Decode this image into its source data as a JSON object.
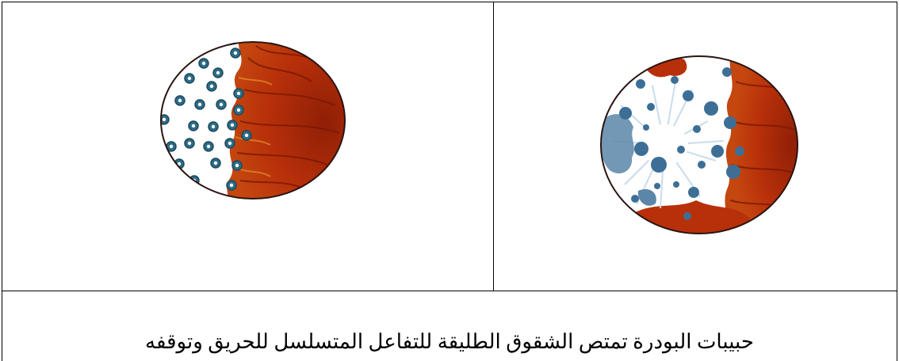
{
  "caption": {
    "text": "حبيبات البودرة تمتص الشقوق الطليقة للتفاعل المتسلسل للحريق وتوقفه"
  },
  "illustrations": [
    {
      "name": "powder-grains-facing-flame",
      "colors": {
        "flame": "#b8300a",
        "grain": "#2e6c86",
        "background": "#ffffff",
        "outline": "#2a1410"
      }
    },
    {
      "name": "powder-grains-absorbing-radicals",
      "colors": {
        "flame": "#b8300a",
        "grain": "#5b86a8",
        "burst": "#c9dcec",
        "outline": "#2a1410"
      }
    }
  ]
}
